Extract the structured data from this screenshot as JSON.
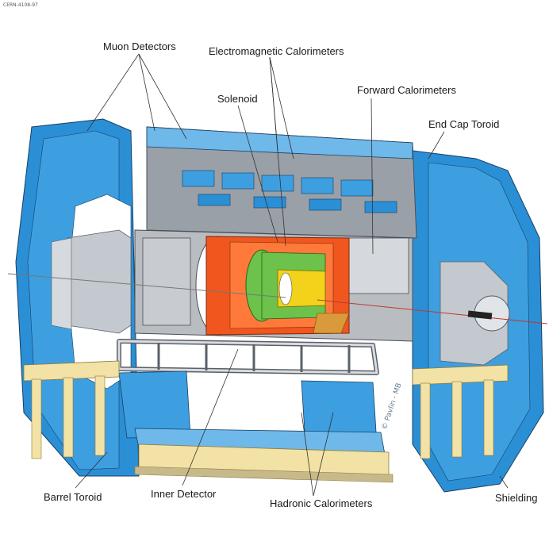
{
  "document": {
    "ref_code": "CERN-4108-97"
  },
  "labels": {
    "muon_detectors": "Muon Detectors",
    "electromagnetic_calorimeters": "Electromagnetic Calorimeters",
    "solenoid": "Solenoid",
    "forward_calorimeters": "Forward Calorimeters",
    "end_cap_toroid": "End Cap Toroid",
    "barrel_toroid": "Barrel Toroid",
    "inner_detector": "Inner Detector",
    "hadronic_calorimeters": "Hadronic Calorimeters",
    "shielding": "Shielding"
  },
  "credit": "© Pavlin - MB",
  "colors": {
    "muon_blue": "#2b8fd6",
    "muon_blue_light": "#6fb8ea",
    "calorimeter_orange": "#f0561e",
    "calorimeter_green": "#6cc24a",
    "inner_yellow": "#f2d21a",
    "support_tan": "#f3e2a6",
    "structure_grey": "#b9bdc2"
  }
}
